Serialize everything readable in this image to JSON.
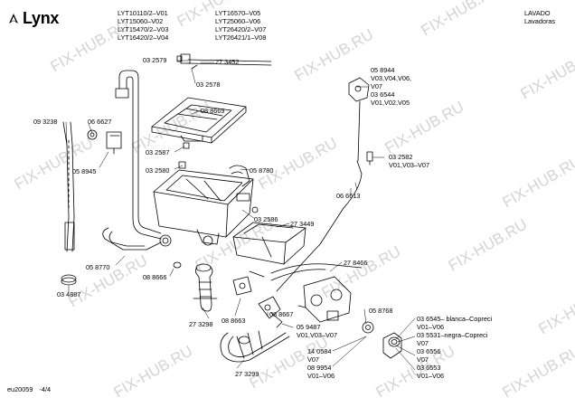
{
  "brand": {
    "name": "Lynx",
    "logo_icon": "flame-logo-icon"
  },
  "models": {
    "col1": [
      "LYT10110/2–V01",
      "LYT15060–V02",
      "LYT15470/2–V03",
      "LYT16420/2–V04"
    ],
    "col2": [
      "LYT16570–V05",
      "LYT25060–V06",
      "LYT26420/2–V07",
      "LYT26421/1–V08"
    ]
  },
  "category": {
    "title": "LAVADO",
    "subtitle": "Lavadoras"
  },
  "watermark": "FIX-HUB.RU",
  "footer": {
    "drawing_id": "eu20059",
    "page": "-4/4"
  },
  "labels": {
    "p032579": "03 2579",
    "p273452": "27 3452",
    "p032578": "03 2578",
    "p093238": "09 3238",
    "p066627": "06 6627",
    "p088669": "08 8669",
    "p032587": "03 2587",
    "p032580": "03 2580",
    "p058780": "05 8780",
    "p058945": "05 8945",
    "p032586": "03 2586",
    "p273449": "27 3449",
    "p066613": "06 6613",
    "p058770": "05 8770",
    "p088666": "08 8666",
    "p278466": "27 8466",
    "p034887": "03 4887",
    "p273298": "27 3298",
    "p088663": "08 8663",
    "p088667": "08 8667",
    "p059487": "05 9487",
    "p059487_v": "V01,V03–V07",
    "p273299": "27 3299",
    "p058768": "05 8768",
    "p140584": "14 0584",
    "p140584_v": "V07",
    "p089954": "08 9954",
    "p089954_v": "V01–V06",
    "p058944": "05 8944",
    "p058944_v1": "V03,V04,V06,",
    "p058944_v2": "V07",
    "p036544": "03 6544",
    "p036544_v": "V01,V02,V05",
    "p032582": "03 2582",
    "p032582_v": "V01,V03–V07",
    "p036545": "03  6545– blanca–Copreci",
    "p036545_v": "V01–V06",
    "p035531": "03  5531–negra–Copreci",
    "p035531_v": "V07",
    "p036556": "03 6556",
    "p036556_v": "V07",
    "p036553": "03 6553",
    "p036553_v": "V01–V06"
  }
}
